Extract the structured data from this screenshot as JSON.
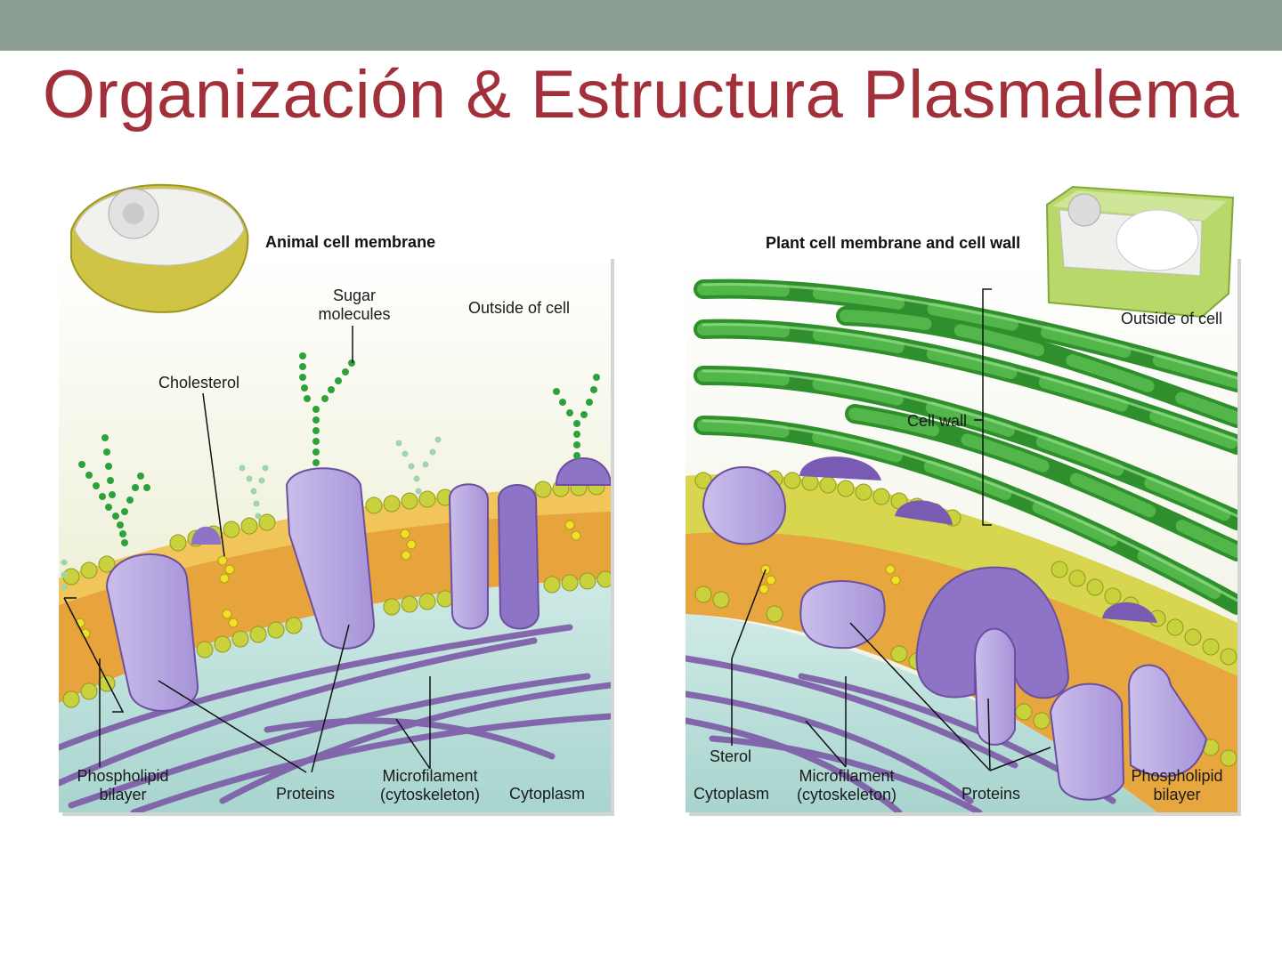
{
  "slide": {
    "title": "Organización & Estructura Plasmalema",
    "header_color": "#8c9e94",
    "title_color": "#a2303a"
  },
  "animal": {
    "heading": "Animal cell membrane",
    "labels": {
      "sugar": "Sugar\nmolecules",
      "outside": "Outside of cell",
      "cholesterol": "Cholesterol",
      "phospholipid": "Phospholipid\nbilayer",
      "proteins": "Proteins",
      "microfilament": "Microfilament\n(cytoskeleton)",
      "cytoplasm": "Cytoplasm"
    }
  },
  "plant": {
    "heading": "Plant cell membrane and cell wall",
    "labels": {
      "outside": "Outside of cell",
      "cellwall": "Cell wall",
      "sterol": "Sterol",
      "cytoplasm": "Cytoplasm",
      "microfilament": "Microfilament\n(cytoskeleton)",
      "proteins": "Proteins",
      "phospholipid": "Phospholipid\nbilayer"
    }
  },
  "colors": {
    "protein": "#b7a6e0",
    "protein_dark": "#6d4fa1",
    "lipid_head": "#c7cf3a",
    "cellulose": "#3fa23b",
    "cytoplasm": "#bfe0dc"
  }
}
